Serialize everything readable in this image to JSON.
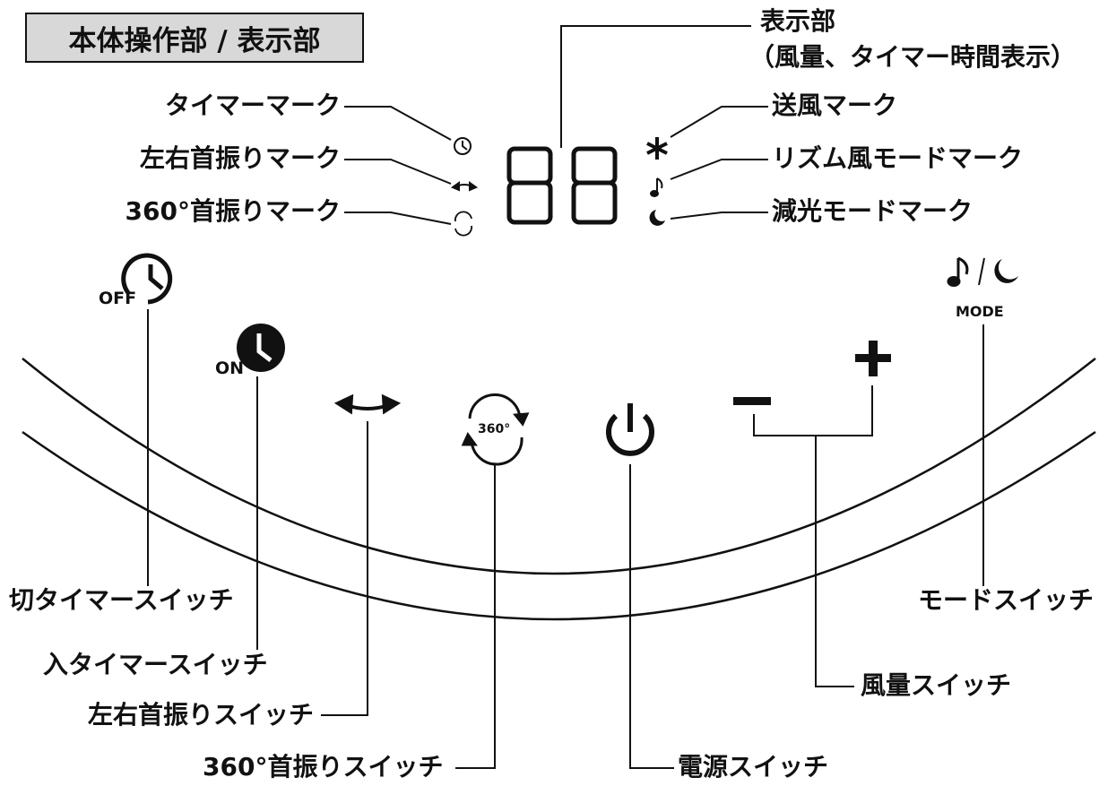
{
  "header": {
    "title": "本体操作部 / 表示部"
  },
  "display": {
    "label": "表示部",
    "sublabel": "（風量、タイマー時間表示）",
    "digits": "88"
  },
  "indicators": {
    "timer_mark": "タイマーマーク",
    "lr_swing_mark": "左右首振りマーク",
    "swing360_mark": "360°首振りマーク",
    "fan_mark": "送風マーク",
    "rhythm_mark": "リズム風モードマーク",
    "dimmer_mark": "減光モードマーク"
  },
  "switches": {
    "off_timer": "切タイマースイッチ",
    "on_timer": "入タイマースイッチ",
    "lr_swing": "左右首振りスイッチ",
    "swing360": "360°首振りスイッチ",
    "power": "電源スイッチ",
    "fan_speed": "風量スイッチ",
    "mode": "モードスイッチ"
  },
  "button_marks": {
    "off": "OFF",
    "on": "ON",
    "deg360": "360°",
    "mode": "MODE",
    "minus": "−",
    "plus": "+"
  },
  "icons": [
    "clock-icon",
    "lr-arrow-icon",
    "rotate-icon",
    "fan-icon",
    "note-icon",
    "moon-icon",
    "power-icon"
  ]
}
